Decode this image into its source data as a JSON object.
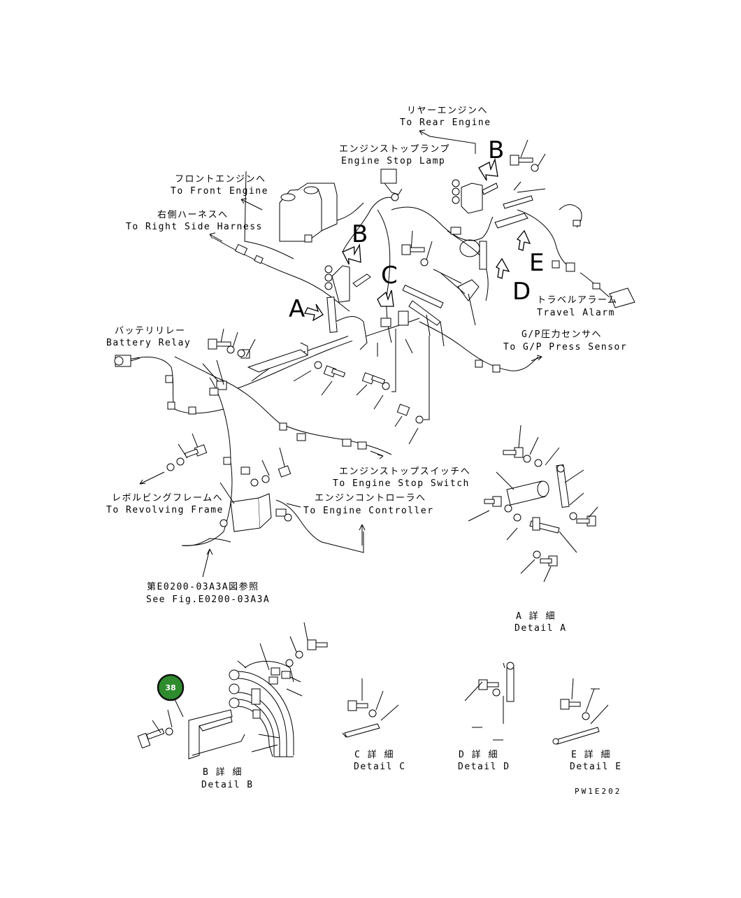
{
  "labels": {
    "rear_engine_jp": "リヤーエンジンへ",
    "rear_engine_en": "To Rear Engine",
    "stop_lamp_jp": "エンジンストップランプ",
    "stop_lamp_en": "Engine Stop Lamp",
    "front_engine_jp": "フロントエンジンへ",
    "front_engine_en": "To Front Engine",
    "right_harness_jp": "右側ハーネスへ",
    "right_harness_en": "To Right Side Harness",
    "battery_relay_jp": "バッテリリレー",
    "battery_relay_en": "Battery Relay",
    "travel_alarm_jp": "トラベルアラーム",
    "travel_alarm_en": "Travel Alarm",
    "gp_sensor_jp": "G/P圧力センサへ",
    "gp_sensor_en": "To G/P Press Sensor",
    "stop_switch_jp": "エンジンストップスイッチへ",
    "stop_switch_en": "To Engine Stop Switch",
    "controller_jp": "エンジンコントローラへ",
    "controller_en": "To Engine Controller",
    "revolving_jp": "レボルビングフレームへ",
    "revolving_en": "To Revolving Frame",
    "see_fig_jp": "第E0200-03A3A図参照",
    "see_fig_en": "See Fig.E0200-03A3A",
    "detail_a_jp": "A 詳 細",
    "detail_a_en": "Detail A",
    "detail_b_jp": "B 詳 細",
    "detail_b_en": "Detail B",
    "detail_c_jp": "C 詳 細",
    "detail_c_en": "Detail C",
    "detail_d_jp": "D 詳 細",
    "detail_d_en": "Detail D",
    "detail_e_jp": "E 詳 細",
    "detail_e_en": "Detail E",
    "drawing_code": "PW1E202"
  },
  "view_letters": {
    "a": "A",
    "b1": "B",
    "b2": "B",
    "c": "C",
    "d": "D",
    "e": "E"
  },
  "callout": {
    "number": "38",
    "color": "#2e8b2e"
  }
}
